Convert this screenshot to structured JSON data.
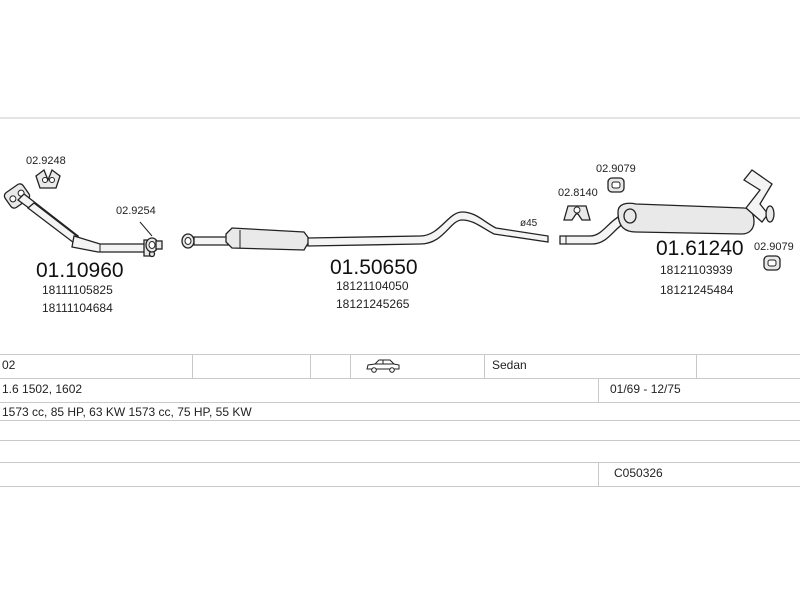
{
  "diagram": {
    "front": {
      "part_no": "01.10960",
      "oem_numbers": [
        "18111105825",
        "18111104684"
      ],
      "accessories": [
        "02.9248",
        "02.9254"
      ]
    },
    "middle": {
      "part_no": "01.50650",
      "oem_numbers": [
        "18121104050",
        "18121245265"
      ],
      "pipe_diameter": "ø45"
    },
    "rear": {
      "part_no": "01.61240",
      "oem_numbers": [
        "18121103939",
        "18121245484"
      ],
      "accessories": [
        "02.9079",
        "02.8140",
        "02.9079"
      ]
    }
  },
  "vehicle": {
    "model": "02",
    "body_icon": "sedan-car-icon",
    "body_type": "Sedan",
    "engine": "1.6 1502, 1602",
    "period": "01/69 - 12/75",
    "specs": "1573 cc, 85 HP, 63 KW 1573 cc, 75 HP, 55 KW",
    "code": "C050326"
  }
}
